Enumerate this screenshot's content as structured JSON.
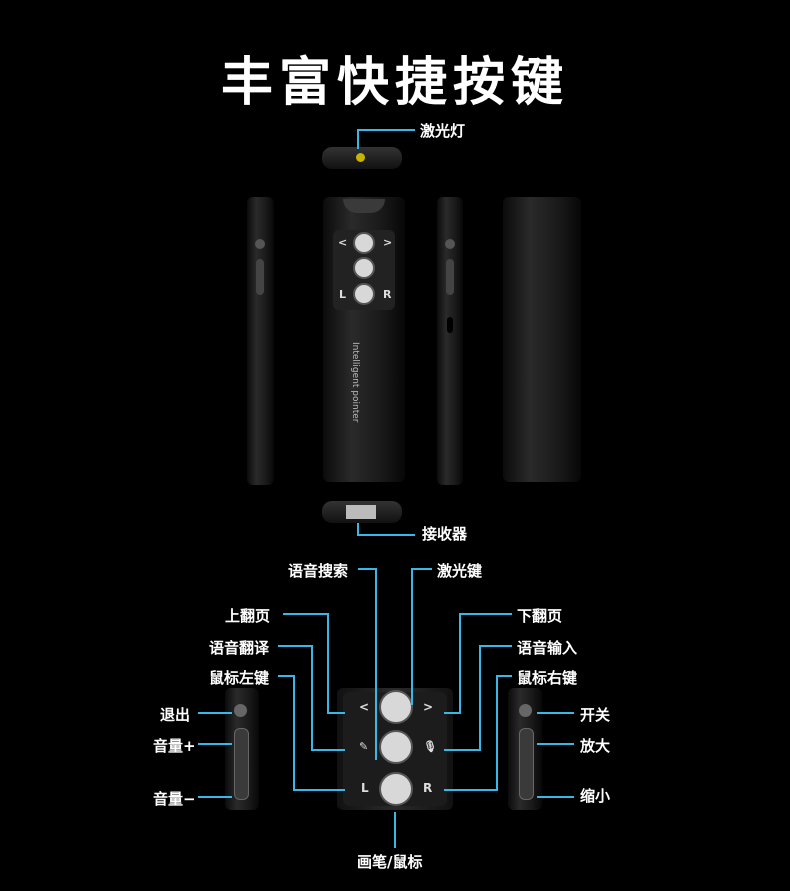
{
  "title": "丰富快捷按键",
  "top": {
    "laser": "激光灯",
    "receiver": "接收器",
    "brand_text": "Intelligent pointer"
  },
  "bottom": {
    "voice_search": "语音搜索",
    "laser_key": "激光键",
    "prev_page": "上翻页",
    "next_page": "下翻页",
    "voice_translate": "语音翻译",
    "voice_input": "语音输入",
    "mouse_left": "鼠标左键",
    "mouse_right": "鼠标右键",
    "exit": "退出",
    "power": "开关",
    "vol_up": "音量+",
    "zoom_in": "放大",
    "vol_down": "音量−",
    "zoom_out": "缩小",
    "pen_mouse": "画笔/鼠标",
    "key_prev": "<",
    "key_next": ">",
    "key_l": "L",
    "key_r": "R"
  },
  "colors": {
    "accent": "#39b7e6",
    "background": "#000000"
  }
}
